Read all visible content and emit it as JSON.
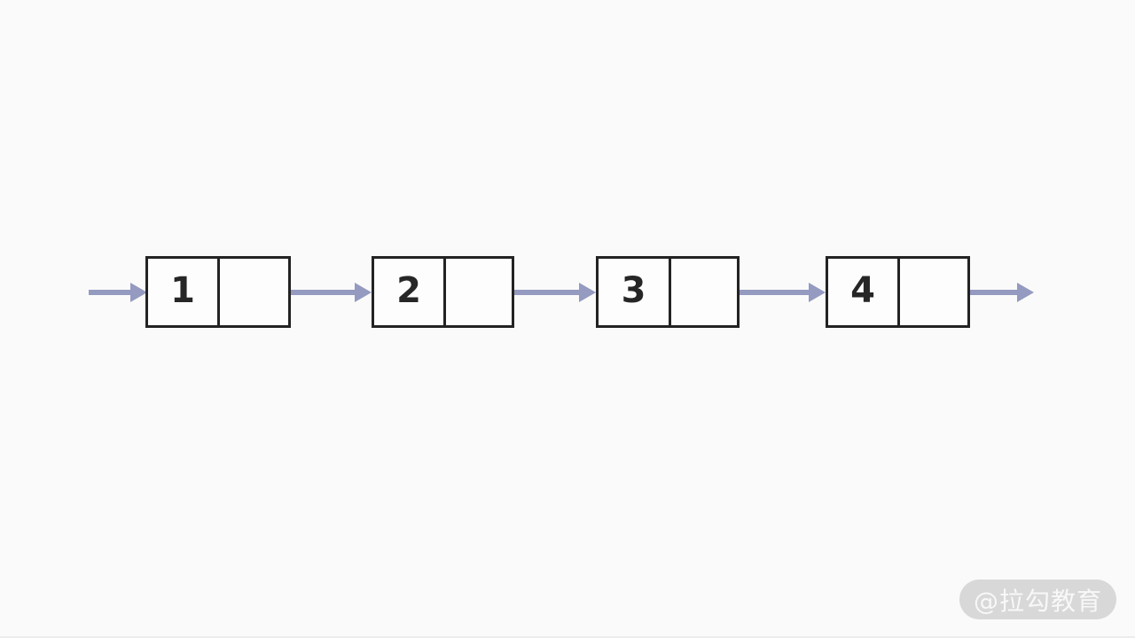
{
  "diagram": {
    "type": "singly-linked-list",
    "nodes": [
      {
        "value": "1"
      },
      {
        "value": "2"
      },
      {
        "value": "3"
      },
      {
        "value": "4"
      }
    ],
    "pointer_cells_empty": true
  },
  "watermark": {
    "text": "@拉勾教育"
  },
  "colors": {
    "background": "#fafafa",
    "arrow": "#949ac0",
    "node_border": "#232323",
    "node_fill": "#fdfdfd",
    "value_color": "#262626",
    "watermark_bg": "#d8d8d8",
    "watermark_text": "#f8f8f8"
  }
}
